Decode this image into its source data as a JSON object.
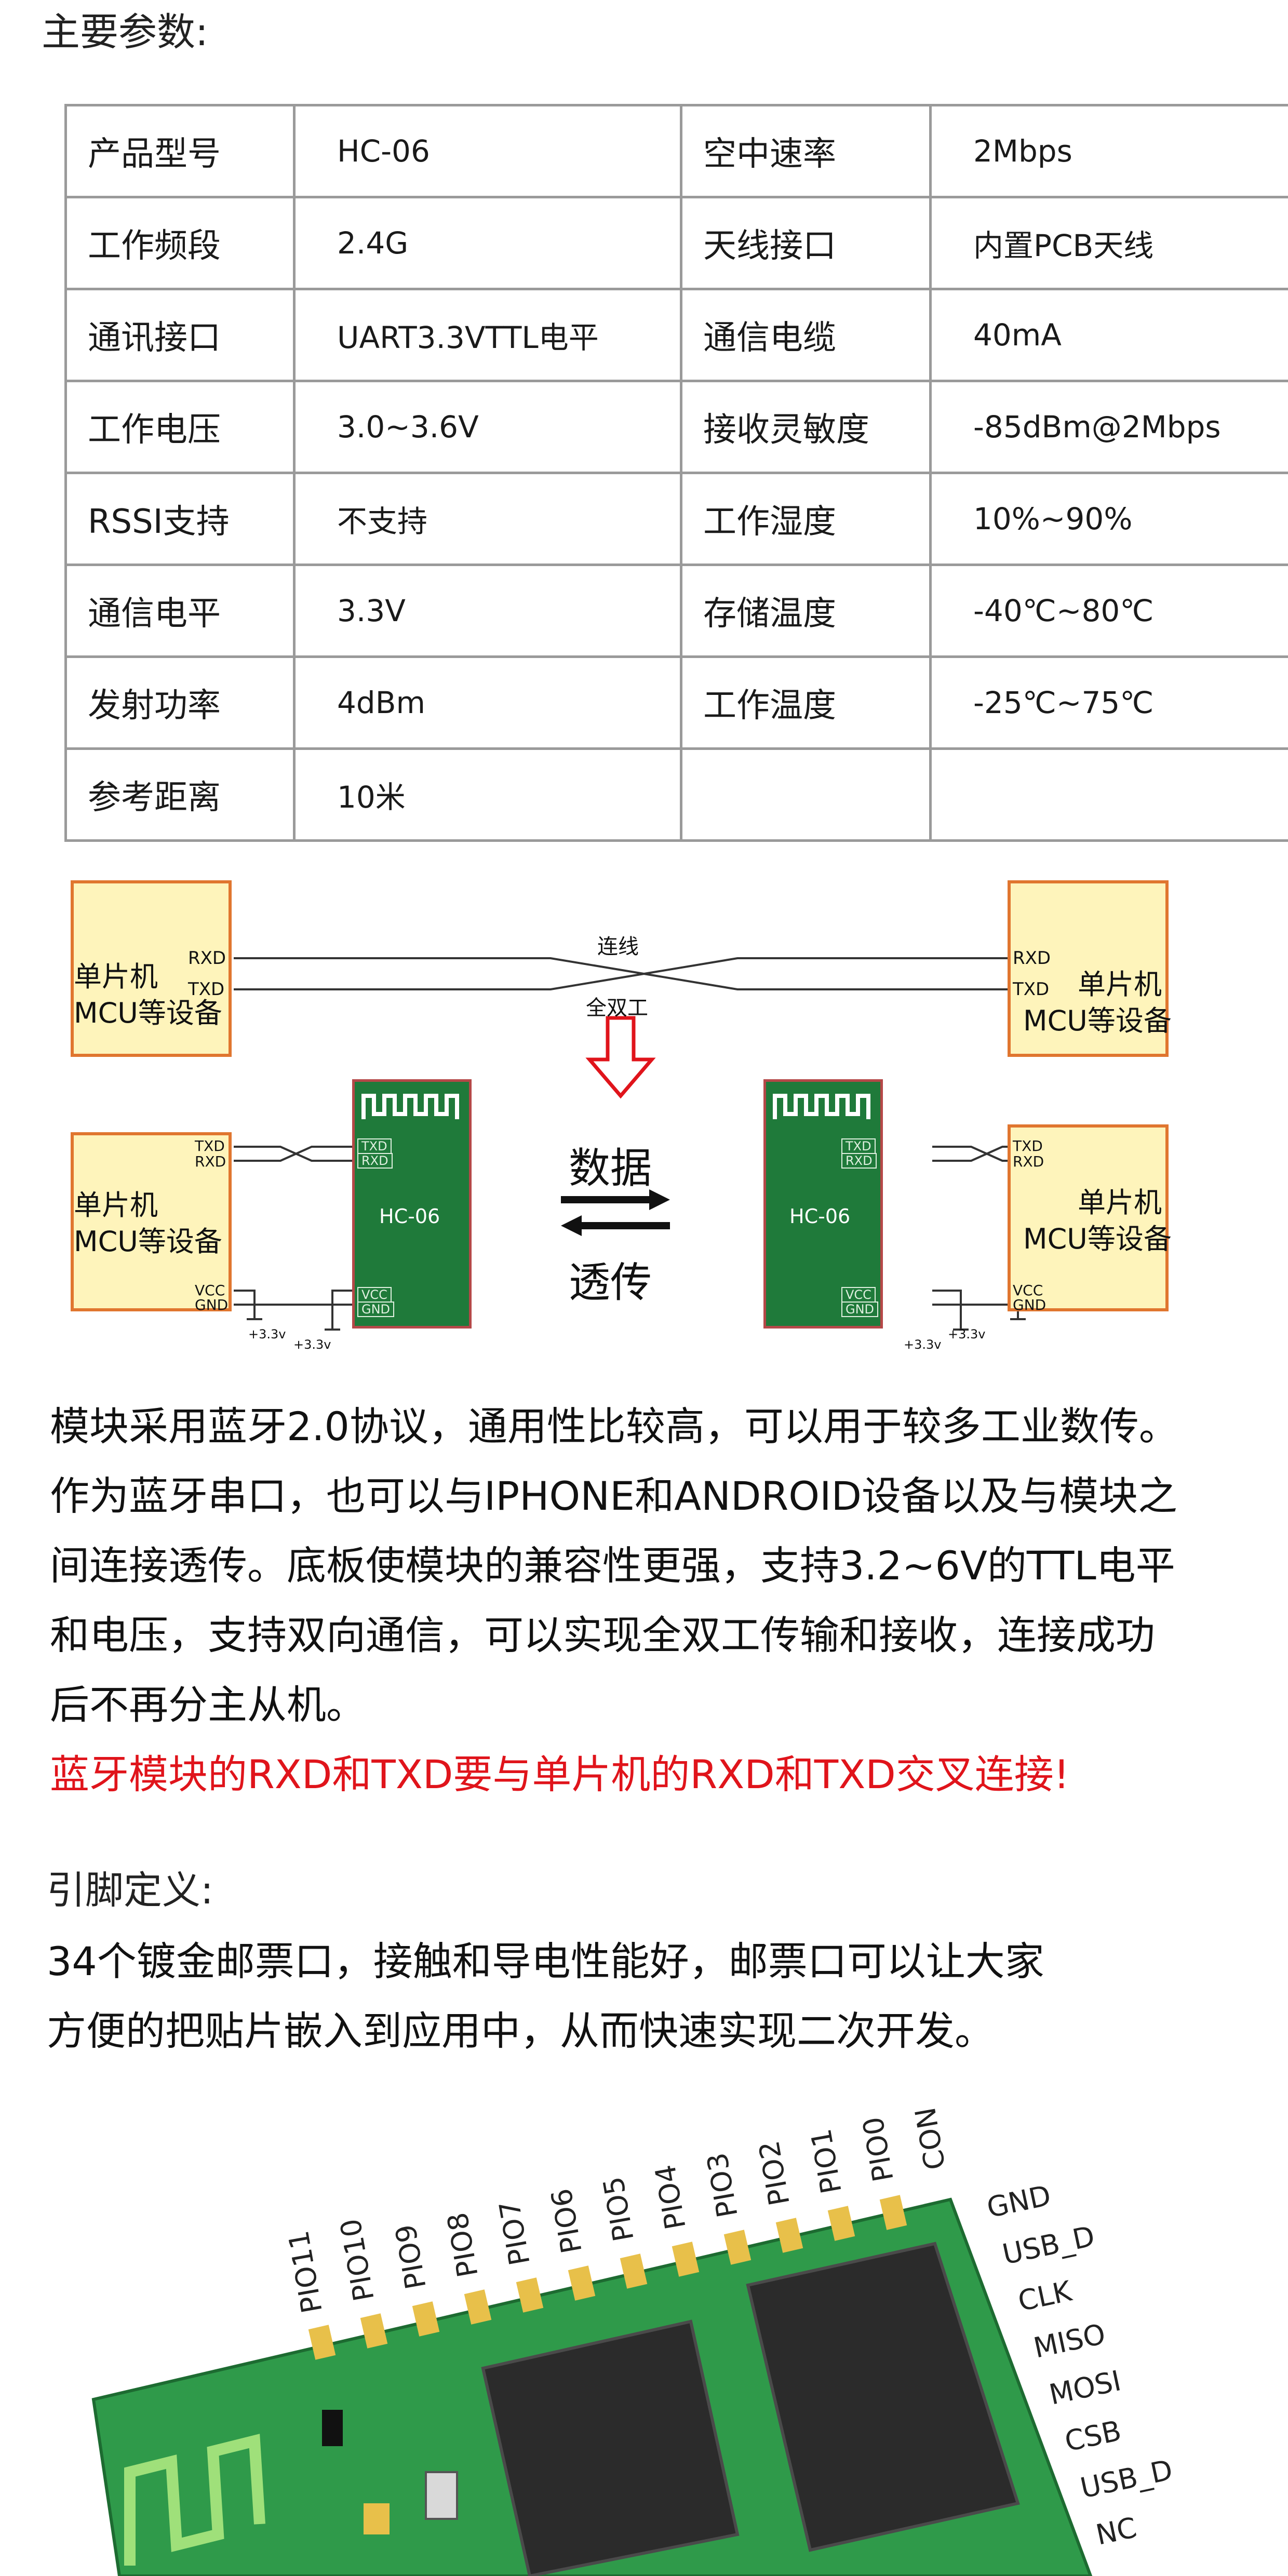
{
  "heading_params": "主要参数:",
  "spec_table": [
    [
      "产品型号",
      "HC-06",
      "空中速率",
      "2Mbps"
    ],
    [
      "工作频段",
      "2.4G",
      "天线接口",
      "内置PCB天线"
    ],
    [
      "通讯接口",
      "UART3.3VTTL电平",
      "通信电缆",
      "40mA"
    ],
    [
      "工作电压",
      "3.0~3.6V",
      "接收灵敏度",
      "-85dBm@2Mbps"
    ],
    [
      "RSSI支持",
      "不支持",
      "工作湿度",
      "10%~90%"
    ],
    [
      "通信电平",
      "3.3V",
      "存储温度",
      "-40℃~80℃"
    ],
    [
      "发射功率",
      "4dBm",
      "工作温度",
      "-25℃~75℃"
    ],
    [
      "参考距离",
      "10米",
      "",
      ""
    ]
  ],
  "diagram": {
    "mcu_label_line1": "单片机",
    "mcu_label_line2": "MCU等设备",
    "rxd": "RXD",
    "txd": "TXD",
    "vcc": "VCC",
    "gnd": "GND",
    "connect_label": "连线",
    "full_duplex_label": "全双工",
    "module_name": "HC-06",
    "data_label": "数据",
    "transparent_label": "透传",
    "power_label": "+3.3v"
  },
  "description": [
    "模块采用蓝牙2.0协议，通用性比较高，可以用于较多工业数传。",
    "作为蓝牙串口，也可以与IPHONE和ANDROID设备以及与模块之",
    "间连接透传。底板使模块的兼容性更强，支持3.2~6V的TTL电平",
    "和电压，支持双向通信，可以实现全双工传输和接收，连接成功",
    "后不再分主从机。"
  ],
  "warning": "蓝牙模块的RXD和TXD要与单片机的RXD和TXD交叉连接!",
  "heading_pins": "引脚定义:",
  "pins_description": [
    "34个镀金邮票口，接触和导电性能好，邮票口可以让大家",
    "方便的把贴片嵌入到应用中，从而快速实现二次开发。"
  ],
  "pcb_top_pins": [
    "PIO11",
    "PIO10",
    "PIO9",
    "PIO8",
    "PIO7",
    "PIO6",
    "PIO5",
    "PIO4",
    "PIO3",
    "PIO2",
    "PIO1",
    "PIO0",
    "CON"
  ],
  "pcb_right_pins": [
    "GND",
    "USB_D",
    "CLK",
    "MISO",
    "MOSI",
    "CSB",
    "USB_D",
    "NC"
  ],
  "colors": {
    "box_fill": "#fef4bb",
    "box_border": "#e0762f",
    "module_green": "#1f7a3a",
    "warning_red": "#e0141b",
    "pcb_green": "#2f9a4a"
  }
}
